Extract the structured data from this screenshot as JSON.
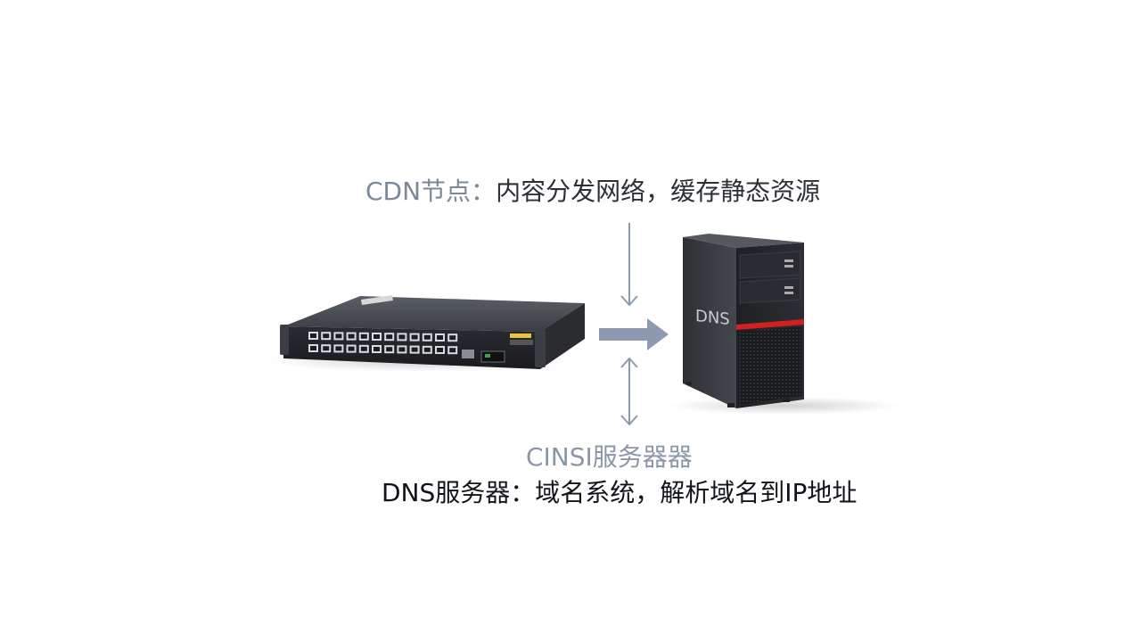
{
  "labels": {
    "cdn_prefix": "CDN节点：",
    "cdn_rest": "内容分发网络，缓存静态资源",
    "cnsi": "CINSI服务器器",
    "dns": "DNS服务器：域名系统，解析域名到IP地址"
  },
  "devices": {
    "server_logo": "DNS"
  },
  "colors": {
    "arrow": "#8e9ab0",
    "server_accent": "#d02020",
    "switch_badge": "#e6c53a"
  },
  "icons": [
    "network-switch-icon",
    "tower-server-icon",
    "arrow-right-icon",
    "arrow-down-icon",
    "arrow-bidirectional-icon"
  ]
}
